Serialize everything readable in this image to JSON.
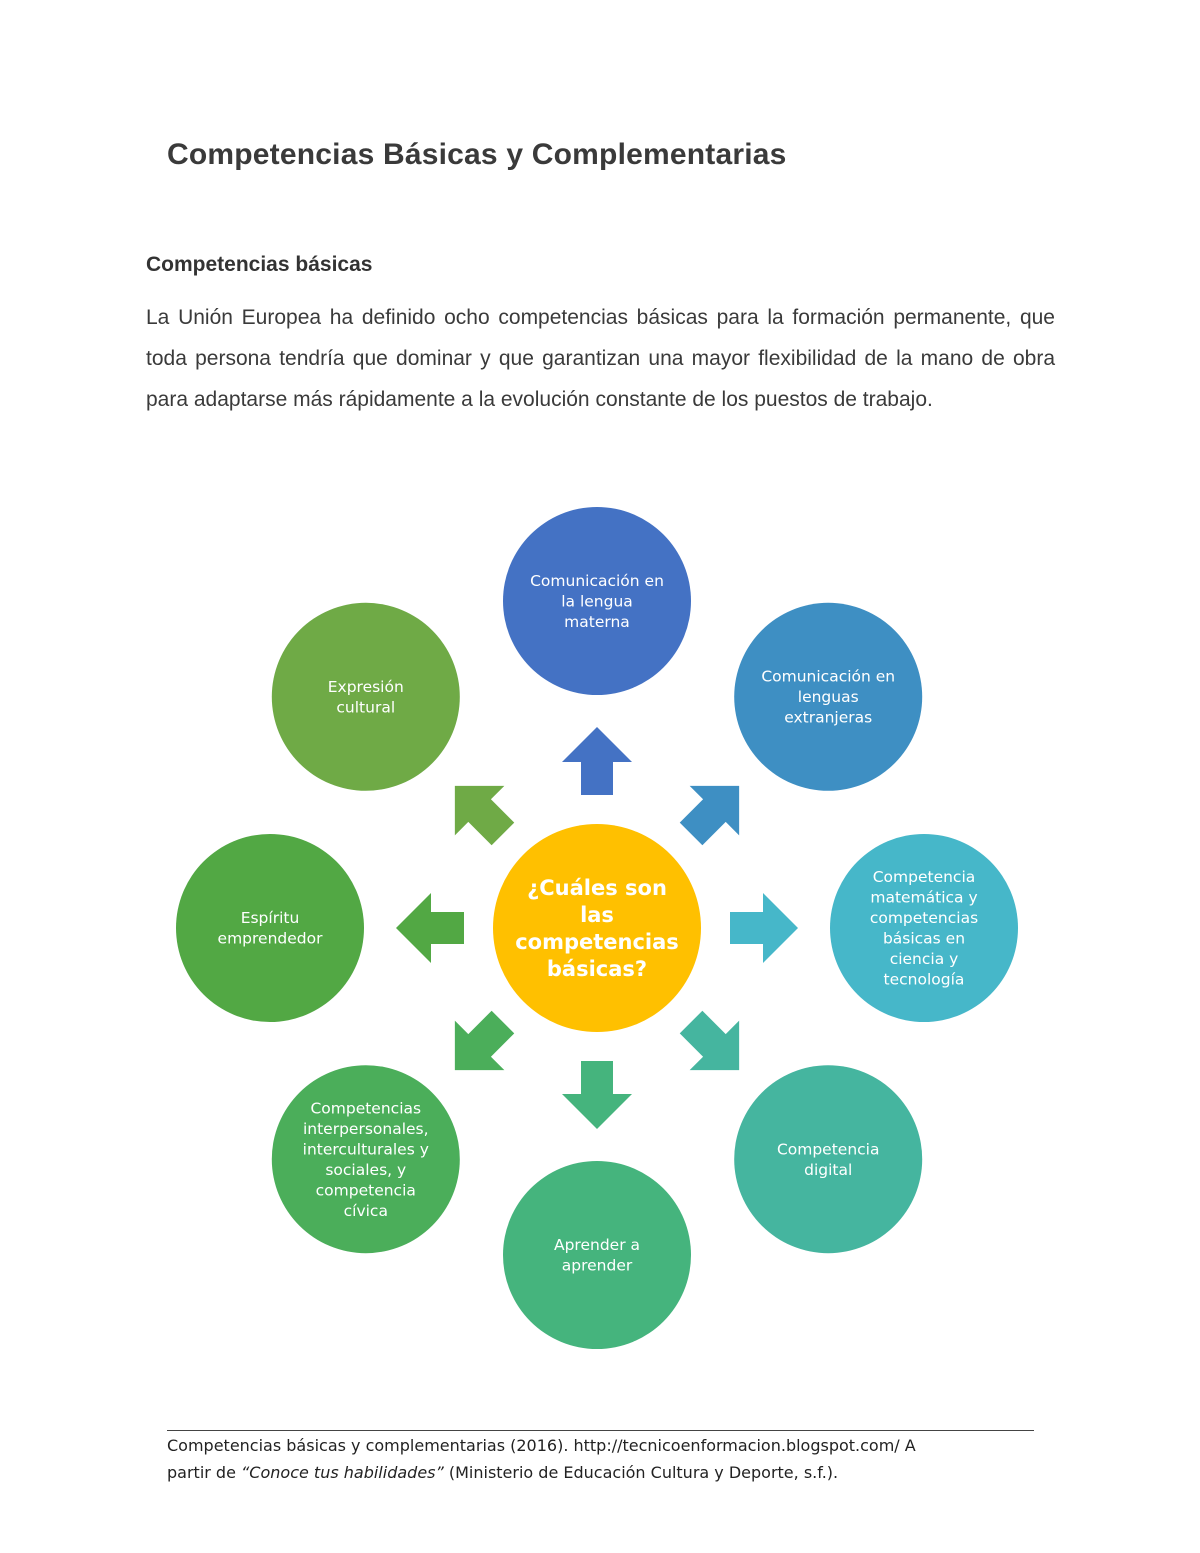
{
  "title": "Competencias Básicas y Complementarias",
  "section_heading": "Competencias básicas",
  "paragraph": "La Unión Europea ha definido ocho competencias básicas para la formación permanente, que toda persona tendría que dominar y que garantizan una mayor flexibilidad de la mano de obra para adaptarse más rápidamente a la evolución constante de los puestos de trabajo.",
  "diagram": {
    "center": {
      "lines": [
        "¿Cuáles son",
        "las",
        "competencias",
        "básicas?"
      ],
      "color": "#FFC000"
    },
    "nodes": [
      {
        "lines": [
          "Comunicación en",
          "la lengua",
          "materna"
        ],
        "color": "#4472C4"
      },
      {
        "lines": [
          "Comunicación en",
          "lenguas",
          "extranjeras"
        ],
        "color": "#3E8FC3"
      },
      {
        "lines": [
          "Competencia",
          "matemática y",
          "competencias",
          "básicas en",
          "ciencia y",
          "tecnología"
        ],
        "color": "#46B7C9"
      },
      {
        "lines": [
          "Competencia",
          "digital"
        ],
        "color": "#45B59F"
      },
      {
        "lines": [
          "Aprender a",
          "aprender"
        ],
        "color": "#45B47D"
      },
      {
        "lines": [
          "Competencias",
          "interpersonales,",
          "interculturales y",
          "sociales, y",
          "competencia",
          "cívica"
        ],
        "color": "#4BAE5A"
      },
      {
        "lines": [
          "Espíritu",
          "emprendedor"
        ],
        "color": "#52A844"
      },
      {
        "lines": [
          "Expresión",
          "cultural"
        ],
        "color": "#6FAA46"
      }
    ]
  },
  "footer": {
    "line1": "Competencias básicas y complementarias (2016). http://tecnicoenformacion.blogspot.com/ A",
    "line2_prefix": "partir de ",
    "line2_italic": "“Conoce tus habilidades”",
    "line2_suffix": " (Ministerio de Educación Cultura y Deporte, s.f.)."
  }
}
